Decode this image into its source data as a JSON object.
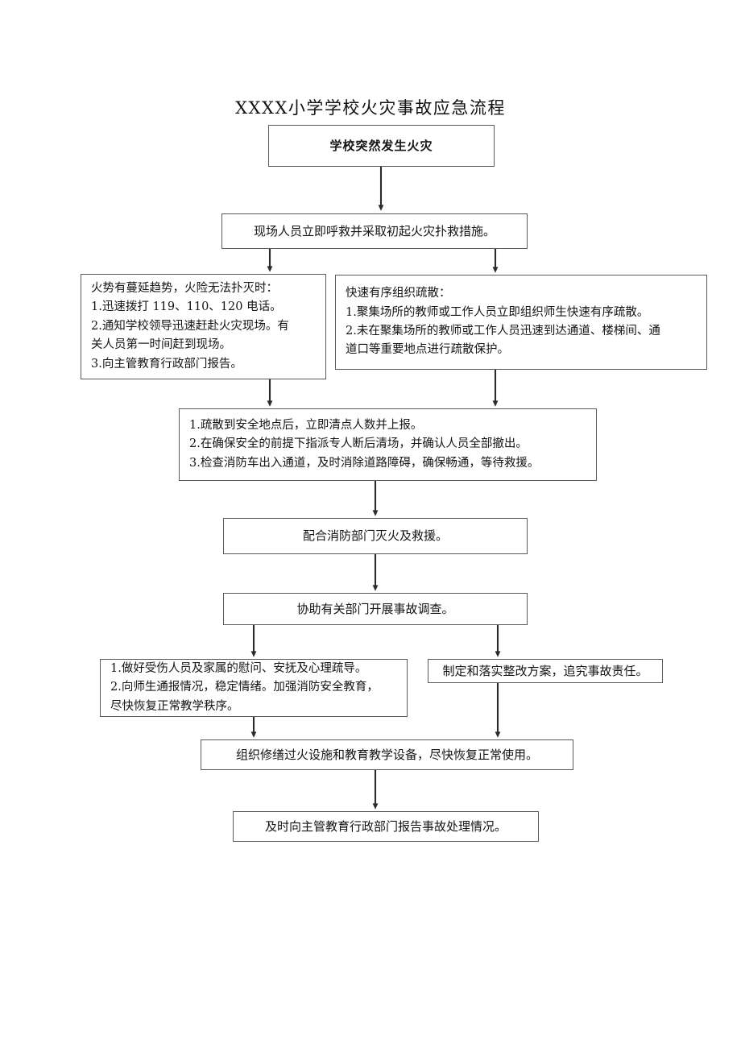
{
  "document": {
    "title": "XXXX小学学校火灾事故应急流程",
    "type": "flowchart",
    "background_color": "#ffffff",
    "border_color": "#5a5a5a",
    "text_color": "#141414"
  },
  "flowchart": {
    "nodes": [
      {
        "id": "fire",
        "shape": "rectangle",
        "emphasis": "bold",
        "lines": [
          "学校突然发生火灾"
        ]
      },
      {
        "id": "alarm",
        "shape": "rectangle",
        "emphasis": "normal",
        "lines": [
          "现场人员立即呼救并采取初起火灾扑救措施。"
        ]
      },
      {
        "id": "spread",
        "shape": "rectangle",
        "emphasis": "normal",
        "lines": [
          "火势有蔓延趋势，火险无法扑灭时：",
          "1.迅速拨打 119、110、120 电话。",
          "2.通知学校领导迅速赶赴火灾现场。有",
          "关人员第一时间赶到现场。",
          "3.向主管教育行政部门报告。"
        ]
      },
      {
        "id": "evacuate",
        "shape": "rectangle",
        "emphasis": "normal",
        "lines": [
          "快速有序组织疏散：",
          "1.聚集场所的教师或工作人员立即组织师生快速有序疏散。",
          "2.未在聚集场所的教师或工作人员迅速到达通道、楼梯间、通",
          "道口等重要地点进行疏散保护。"
        ]
      },
      {
        "id": "count",
        "shape": "rectangle",
        "emphasis": "normal",
        "lines": [
          "1.疏散到安全地点后，立即清点人数并上报。",
          "2.在确保安全的前提下指派专人断后清场，并确认人员全部撤出。",
          "3.检查消防车出入通道，及时消除道路障碍，确保畅通，等待救援。"
        ]
      },
      {
        "id": "assist",
        "shape": "rectangle",
        "emphasis": "normal",
        "lines": [
          "配合消防部门灭火及救援。"
        ]
      },
      {
        "id": "investigation",
        "shape": "rectangle",
        "emphasis": "normal",
        "lines": [
          "协助有关部门开展事故调查。"
        ]
      },
      {
        "id": "comfort",
        "shape": "rectangle",
        "emphasis": "normal",
        "lines": [
          "1.做好受伤人员及家属的慰问、安抚及心理疏导。",
          "2.向师生通报情况，稳定情绪。加强消防安全教育，",
          "尽快恢复正常教学秩序。"
        ]
      },
      {
        "id": "rectify",
        "shape": "rectangle",
        "emphasis": "normal",
        "lines": [
          "制定和落实整改方案，追究事故责任。"
        ]
      },
      {
        "id": "repair",
        "shape": "rectangle",
        "emphasis": "normal",
        "lines": [
          "组织修缮过火设施和教育教学设备，尽快恢复正常使用。"
        ]
      },
      {
        "id": "report",
        "shape": "rectangle",
        "emphasis": "normal",
        "lines": [
          "及时向主管教育行政部门报告事故处理情况。"
        ]
      }
    ],
    "edges": [
      {
        "from": "fire",
        "to": "alarm",
        "style": "straight-down-arrow"
      },
      {
        "from": "alarm",
        "to": "spread",
        "style": "branch-down-arrow"
      },
      {
        "from": "alarm",
        "to": "evacuate",
        "style": "branch-down-arrow"
      },
      {
        "from": "spread",
        "to": "count",
        "style": "straight-down-arrow"
      },
      {
        "from": "evacuate",
        "to": "count",
        "style": "straight-down-arrow"
      },
      {
        "from": "count",
        "to": "assist",
        "style": "straight-down-arrow"
      },
      {
        "from": "assist",
        "to": "investigation",
        "style": "straight-down-arrow"
      },
      {
        "from": "investigation",
        "to": "comfort",
        "style": "branch-down-arrow"
      },
      {
        "from": "investigation",
        "to": "rectify",
        "style": "branch-down-arrow"
      },
      {
        "from": "comfort",
        "to": "repair",
        "style": "straight-down-arrow"
      },
      {
        "from": "rectify",
        "to": "repair",
        "style": "straight-down-arrow"
      },
      {
        "from": "repair",
        "to": "report",
        "style": "straight-down-arrow"
      }
    ]
  }
}
